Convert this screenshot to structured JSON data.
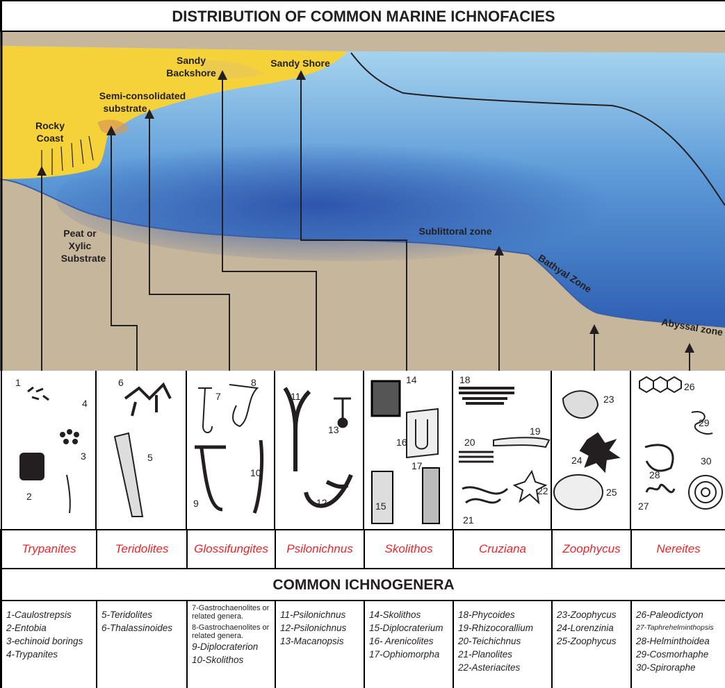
{
  "title": "DISTRIBUTION OF COMMON MARINE ICHNOFACIES",
  "environment_labels": {
    "rocky_coast": "Rocky\nCoast",
    "semi_consolidated": "Semi-consolidated\nsubstrate",
    "sandy_backshore": "Sandy\nBackshore",
    "sandy_shore": "Sandy Shore",
    "peat": "Peat or\nXylic\nSubstrate",
    "sublittoral": "Sublittoral zone",
    "bathyal": "Bathyal Zone",
    "abyssal": "Abyssal zone"
  },
  "ichnofacies": [
    "Trypanites",
    "Teridolites",
    "Glossifungites",
    "Psilonichnus",
    "Skolithos",
    "Cruziana",
    "Zoophycus",
    "Nereites"
  ],
  "ichnogenera_title": "COMMON ICHNOGENERA",
  "ichnogenera": [
    [
      "1-Caulostrepsis",
      "2-Entobia",
      "3-echinoid borings",
      "4-Trypanites"
    ],
    [
      "5-Teridolites",
      "6-Thalassinoides"
    ],
    [
      "7-Gastrochaenolites or related genera.",
      "8-Gastrochaenolites or related genera.",
      "9-Diplocraterion",
      "10-Skolithos"
    ],
    [
      "11-Psilonichnus",
      "12-Psilonichnus",
      "13-Macanopsis"
    ],
    [
      "14-Skolithos",
      "15-Diplocraterium",
      "16- Arenicolites",
      "17-Ophiomorpha"
    ],
    [
      "18-Phycoides",
      "19-Rhizocorallium",
      "20-Teichichnus",
      "21-Planolites",
      "22-Asteriacites"
    ],
    [
      "23-Zoophycus",
      "24-Lorenzinia",
      "25-Zoophycus"
    ],
    [
      "26-Paleodictyon",
      "27-Taphrehelminthopsis",
      "28-Helminthoidea",
      "29-Cosmorhaphe",
      "30-Spiroraphe"
    ]
  ],
  "figure_numbers": [
    "1",
    "2",
    "3",
    "4",
    "5",
    "6",
    "7",
    "8",
    "9",
    "10",
    "11",
    "12",
    "13",
    "14",
    "15",
    "16",
    "17",
    "18",
    "19",
    "20",
    "21",
    "22",
    "23",
    "24",
    "25",
    "26",
    "27",
    "28",
    "29",
    "30"
  ],
  "colors": {
    "sand": "#f6d23a",
    "water_light": "#9ccdec",
    "water_deep": "#2f63b6",
    "seafloor": "#c7b79b",
    "facies_name": "#e8262b"
  }
}
